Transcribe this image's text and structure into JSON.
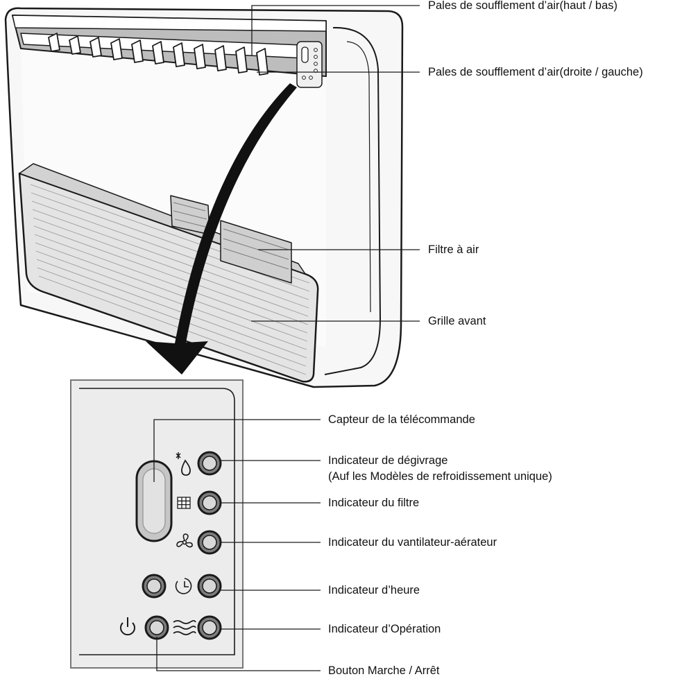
{
  "labels": {
    "vanes_updown": "Pales de soufflement d’air(haut / bas)",
    "vanes_leftright": "Pales de soufflement d’air(droite / gauche)",
    "air_filter": "Filtre à air",
    "front_grille": "Grille avant",
    "remote_sensor": "Capteur de la télécommande",
    "defrost_indicator": "Indicateur de dégivrage",
    "defrost_note": "(Auf les Modèles de refroidissement unique)",
    "filter_indicator": "Indicateur du filtre",
    "fan_indicator": "Indicateur du vantilateur-aérateur",
    "timer_indicator": "Indicateur d’heure",
    "operation_indicator": "Indicateur d’Opération",
    "power_button": "Bouton Marche / Arrêt"
  },
  "colors": {
    "line": "#1a1a1a",
    "panel": "#ececec",
    "unit_body": "#f7f7f7",
    "grille": "#e4e4e4"
  },
  "icons": [
    "defrost-icon",
    "filter-icon",
    "fan-icon",
    "timer-icon",
    "wave-icon",
    "power-icon"
  ]
}
